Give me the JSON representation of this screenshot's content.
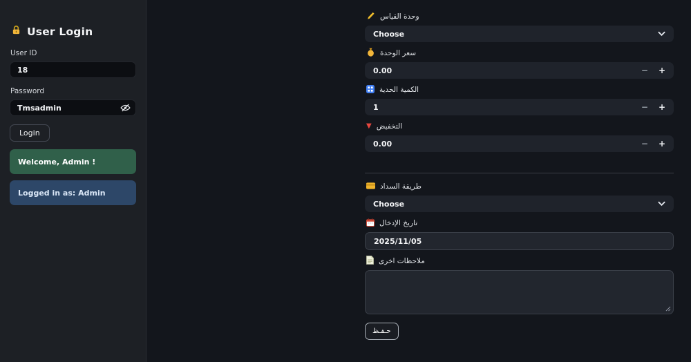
{
  "colors": {
    "sidebar_bg": "#1d2025",
    "main_bg": "#13161c",
    "control_bg": "#1f232b",
    "field_border": "#3a3f48",
    "alert_green_bg": "#30604a",
    "alert_blue_bg": "#2d4768",
    "accent_gold": "#f2b63a",
    "icon_blue": "#3f7df2",
    "icon_red": "#e8473f"
  },
  "sidebar": {
    "title": "User Login",
    "title_icon": "lock-icon",
    "user_id": {
      "label": "User ID",
      "value": "18"
    },
    "password": {
      "label": "Password",
      "value": "Tmsadmin",
      "toggle_icon": "eye-slash-icon"
    },
    "login_label": "Login",
    "alerts": {
      "welcome": "Welcome, Admin !",
      "logged_in": "Logged in as: Admin"
    }
  },
  "form": {
    "unit": {
      "icon": "pencil-icon",
      "label": "وحدة القياس",
      "value": "Choose"
    },
    "price": {
      "icon": "money-bag-icon",
      "label": "سعر الوحدة",
      "value": "0.00"
    },
    "qty": {
      "icon": "input-numbers-icon",
      "label": "الكمية الحدية",
      "value": "1"
    },
    "discount": {
      "icon": "red-triangle-icon",
      "label": "التخفيض",
      "value": "0.00"
    },
    "payment": {
      "icon": "credit-card-icon",
      "label": "طريقة السداد",
      "value": "Choose"
    },
    "date": {
      "icon": "calendar-icon",
      "label": "تاريخ الإدخال",
      "value": "2025/11/05"
    },
    "notes": {
      "icon": "note-page-icon",
      "label": "ملاحظات اخرى",
      "value": ""
    },
    "save_label": "حـفـظ"
  },
  "glyphs": {
    "discount_triangle": "▼",
    "minus": "−",
    "plus": "+"
  }
}
